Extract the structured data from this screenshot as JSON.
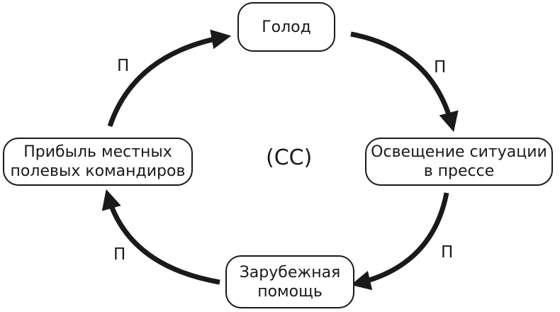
{
  "nodes": {
    "hunger": {
      "lines": [
        "Голод"
      ]
    },
    "press": {
      "lines": [
        "Освещение ситуации",
        "в прессе"
      ]
    },
    "aid": {
      "lines": [
        "Зарубежная",
        "помощь"
      ]
    },
    "profit": {
      "lines": [
        "Прибыль местных",
        "полевых командиров"
      ]
    }
  },
  "edge_labels": {
    "hunger_to_press": "П",
    "press_to_aid": "П",
    "aid_to_profit": "П",
    "profit_to_hunger": "П"
  },
  "center_label": "(СС)"
}
